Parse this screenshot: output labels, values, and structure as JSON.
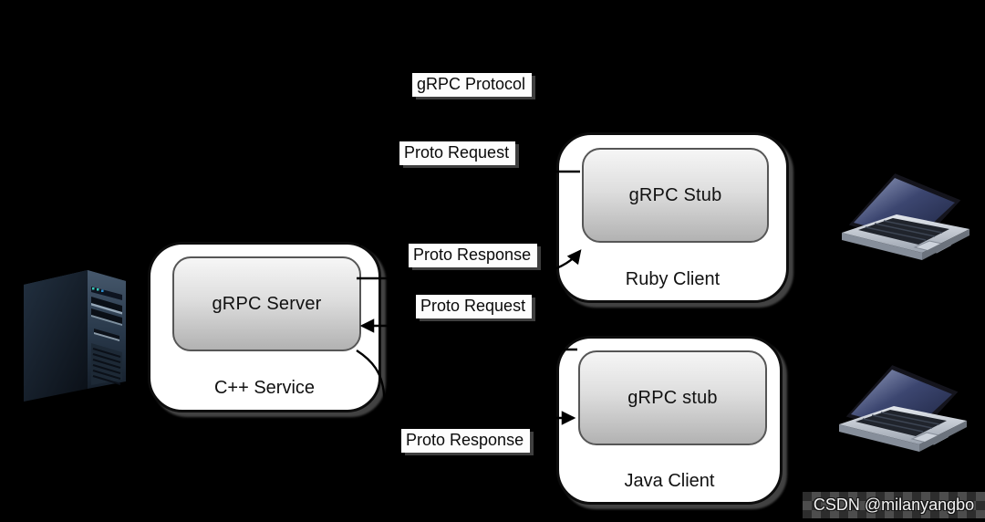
{
  "diagram": {
    "protocol_title": "gRPC Protocol",
    "flow_labels": {
      "request_top": "Proto Request",
      "response_mid": "Proto Response",
      "request_mid": "Proto Request",
      "response_bottom": "Proto Response"
    },
    "nodes": {
      "cpp_service": {
        "title": "C++ Service",
        "component": "gRPC Server"
      },
      "ruby_client": {
        "title": "Ruby Client",
        "component": "gRPC Stub"
      },
      "java_client": {
        "title": "Java Client",
        "component": "gRPC stub"
      }
    },
    "icons": {
      "server_tower": "server-tower-icon",
      "laptop_ruby": "laptop-icon",
      "laptop_java": "laptop-icon"
    },
    "colors": {
      "background": "#000000",
      "node_fill": "#ffffff",
      "node_border": "#0d0d0d",
      "component_fill_top": "#f6f6f6",
      "component_fill_bottom": "#b2b2b2",
      "connector": "#000000"
    }
  },
  "watermark": {
    "text": "CSDN @milanyangbo"
  }
}
